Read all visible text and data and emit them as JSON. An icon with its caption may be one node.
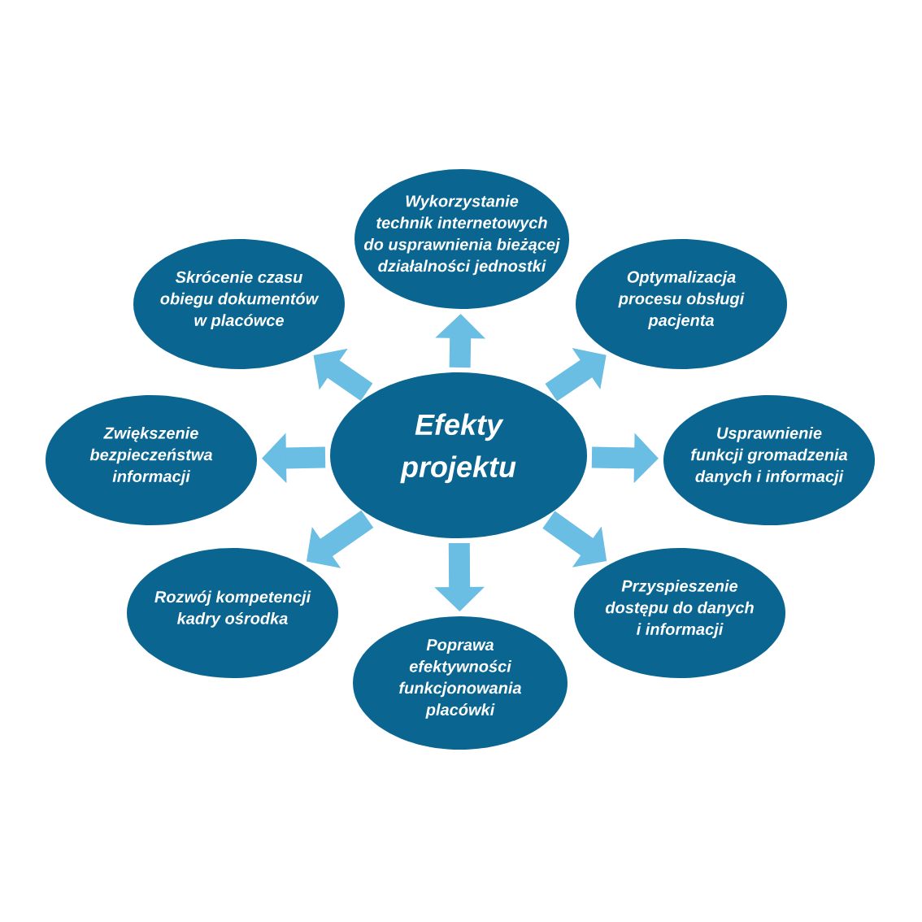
{
  "diagram": {
    "nodes": [
      {
        "text": [
          "Efekty projektu"
        ]
      },
      {
        "text": [
          "Wykorzystanie technik internetowych do usprawnienia bieżącej działalności jednostki"
        ]
      },
      {
        "text": [
          "Skrócenie czasu obiegu dokumentów w placówce"
        ]
      },
      {
        "text": [
          "Optymalizacja procesu obsługi pacjenta"
        ]
      },
      {
        "text": [
          "Zwiększenie bezpieczeństwa informacji"
        ]
      },
      {
        "text": [
          "Usprawnienie funkcji gromadzenia danych i informacji"
        ]
      },
      {
        "text": [
          "Rozwój kompetencji kadry ośrodka"
        ]
      },
      {
        "text": [
          "Przyspieszenie dostępu do danych i informacji"
        ]
      },
      {
        "text": [
          "Poprawa efektywności funkcjonowania placówki"
        ]
      }
    ],
    "edges": [
      {
        "from": 0,
        "to": 1,
        "arrow": "to"
      },
      {
        "from": 0,
        "to": 2,
        "arrow": "to"
      },
      {
        "from": 0,
        "to": 3,
        "arrow": "to"
      },
      {
        "from": 0,
        "to": 4,
        "arrow": "to"
      },
      {
        "from": 0,
        "to": 5,
        "arrow": "to"
      },
      {
        "from": 0,
        "to": 6,
        "arrow": "to"
      },
      {
        "from": 0,
        "to": 7,
        "arrow": "to"
      },
      {
        "from": 0,
        "to": 8,
        "arrow": "to"
      }
    ]
  }
}
